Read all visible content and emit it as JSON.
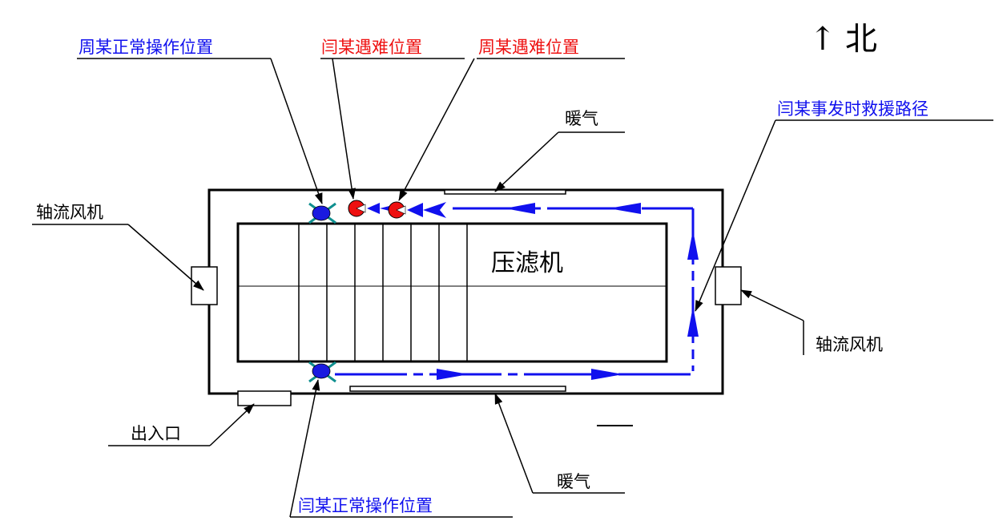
{
  "north": {
    "arrow": "↑",
    "label": "北"
  },
  "machine_label": "压滤机",
  "labels": {
    "zhou_normal": "周某正常操作位置",
    "yan_accident": "闫某遇难位置",
    "zhou_accident": "周某遇难位置",
    "rescue_path": "闫某事发时救援路径",
    "heater_top": "暖气",
    "heater_bottom": "暖气",
    "fan_left": "轴流风机",
    "fan_right": "轴流风机",
    "entrance": "出入口",
    "yan_normal": "闫某正常操作位置"
  },
  "colors": {
    "blue": "#1010ee",
    "red": "#ee1010",
    "black": "#000000",
    "teal": "#0f8f8f"
  }
}
